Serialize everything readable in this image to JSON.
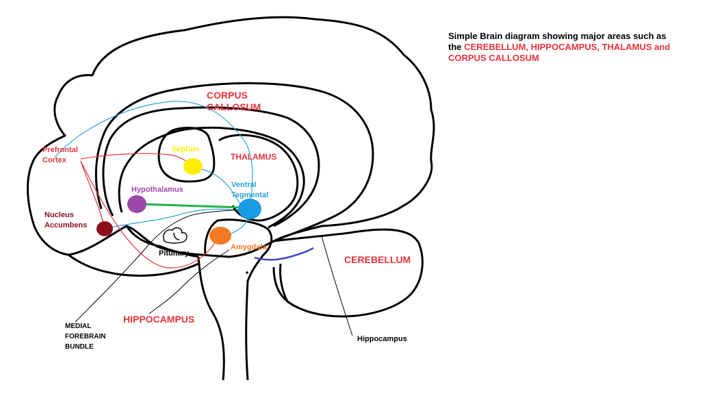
{
  "caption": {
    "prefix": "Simple Brain diagram showing major areas such as the ",
    "highlight": "CEREBELLUM, HIPPOCAMPUS, THALAMUS and CORPUS CALLOSUM"
  },
  "labels": {
    "corpus_callosum_1": "CORPUS",
    "corpus_callosum_2": "CALLOSUM",
    "thalamus": "THALAMUS",
    "septum": "Septum",
    "prefrontal_1": "Prefrontal",
    "prefrontal_2": "Cortex",
    "hypothalamus": "Hypothalamus",
    "ventral_1": "Ventral",
    "ventral_2": "Tegmental",
    "nucleus_1": "Nucleus",
    "nucleus_2": "Accumbens",
    "pituitary": "Pituitary",
    "amygdala": "Amygdala",
    "cerebellum": "CEREBELLUM",
    "hippocampus_red": "HIPPOCAMPUS",
    "hippocampus_black": "Hippocampus",
    "mfb_1": "MEDIAL",
    "mfb_2": "FOREBRAIN",
    "mfb_3": "BUNDLE"
  },
  "colors": {
    "outline": "#000000",
    "red_label": "#e8333b",
    "septum": "#ffee00",
    "hypothalamus": "#9b47a8",
    "ventral_tegmental": "#1a9be6",
    "nucleus_accumbens": "#8b0f1a",
    "amygdala": "#f47b25",
    "pathway_blue": "#29a3dd",
    "pathway_red": "#e8333b",
    "pathway_green": "#22b14c",
    "hippocampus_stroke": "#3f48cc"
  }
}
